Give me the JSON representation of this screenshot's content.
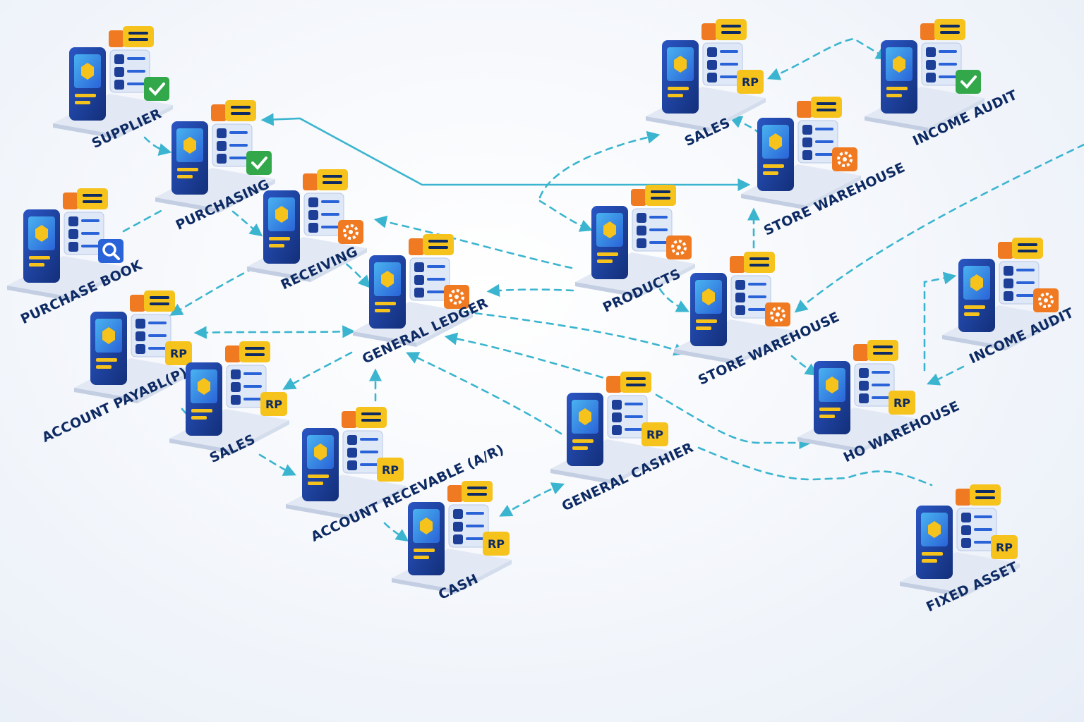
{
  "colors": {
    "connector": "#3bb5cf",
    "navy": "#0d2a63",
    "device_blue": "#1d3f98",
    "device_dark": "#0f2a6e",
    "screen": "#2f6fe0",
    "screen_light": "#49b2f0",
    "yellow": "#f6c21c",
    "orange": "#f07a22",
    "green": "#32a84a",
    "platform": "#e3e9f4",
    "platform_side": "#c3cee2"
  },
  "modules": [
    {
      "id": "supplier",
      "label": "SUPPLIER",
      "badge": "check-icon"
    },
    {
      "id": "purchasing",
      "label": "PURCHASING",
      "badge": "check-icon"
    },
    {
      "id": "purchase-book",
      "label": "PURCHASE BOOK",
      "badge": "search-icon"
    },
    {
      "id": "receiving",
      "label": "RECEIVING",
      "badge": "gear-icon"
    },
    {
      "id": "general-ledger",
      "label": "GENERAL LEDGER",
      "badge": "gear-icon"
    },
    {
      "id": "account-payable",
      "label": "ACCOUNT PAYABL(P)",
      "badge": "RP"
    },
    {
      "id": "sales-left",
      "label": "SALES",
      "badge": "RP"
    },
    {
      "id": "account-receivable",
      "label": "ACCOUNT RECEVABLE (A/R)",
      "badge": "RP"
    },
    {
      "id": "cash",
      "label": "CASH",
      "badge": "RP"
    },
    {
      "id": "general-cashier",
      "label": "GENERAL CASHIER",
      "badge": "RP"
    },
    {
      "id": "products",
      "label": "PRODUCTS",
      "badge": "gear-icon"
    },
    {
      "id": "sales-top",
      "label": "SALES",
      "badge": "RP"
    },
    {
      "id": "income-audit-top",
      "label": "INCOME AUDIT",
      "badge": "check-icon"
    },
    {
      "id": "store-warehouse-top",
      "label": "STORE WAREHOUSE",
      "badge": "gear-icon"
    },
    {
      "id": "store-warehouse-mid",
      "label": "STORE WAREHOUSE",
      "badge": "gear-icon"
    },
    {
      "id": "income-audit-right",
      "label": "INCOME AUDIT",
      "badge": "gear-icon"
    },
    {
      "id": "ho-warehouse",
      "label": "HO WAREHOUSE",
      "badge": "RP"
    },
    {
      "id": "fixed-asset",
      "label": "FIXED ASSET",
      "badge": "RP"
    }
  ]
}
